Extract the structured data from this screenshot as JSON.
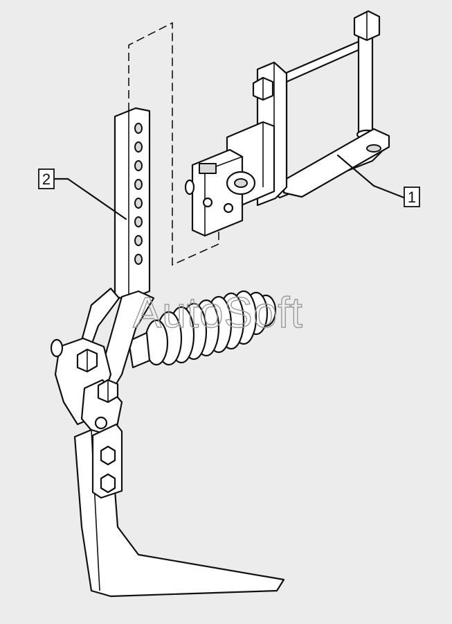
{
  "callouts": {
    "part1": "1",
    "part2": "2"
  },
  "watermark": "AutoSoft"
}
